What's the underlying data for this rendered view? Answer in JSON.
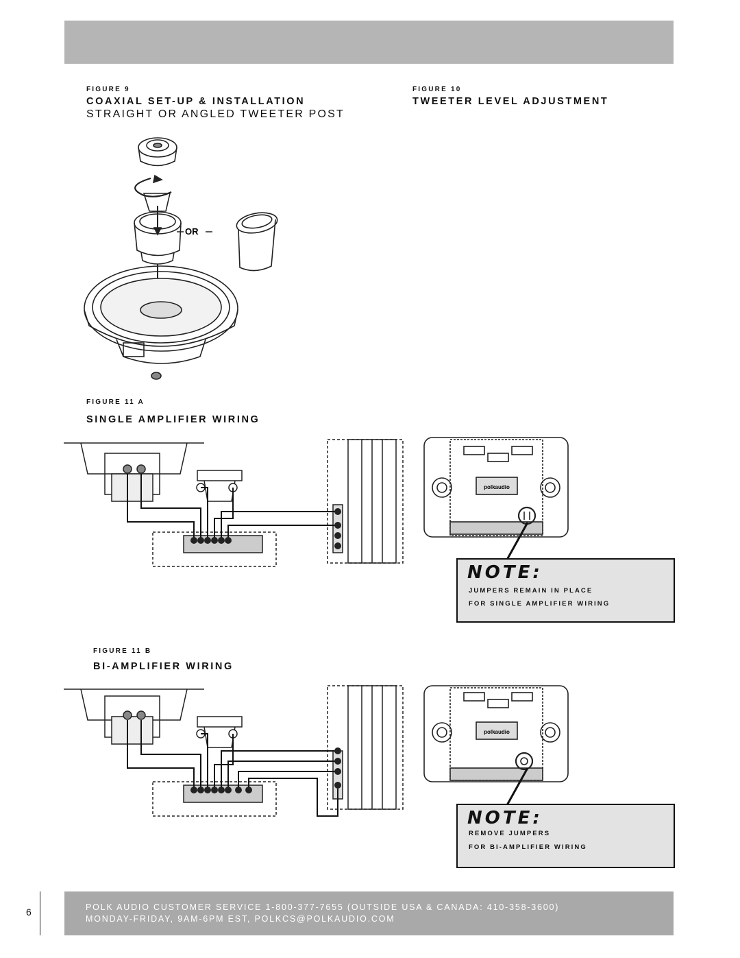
{
  "fig9": {
    "label": "FIGURE 9",
    "title": "COAXIAL SET-UP & INSTALLATION",
    "subtitle": "STRAIGHT OR ANGLED TWEETER POST",
    "or_label": "OR"
  },
  "fig10": {
    "label": "FIGURE 10",
    "title": "TWEETER LEVEL ADJUSTMENT"
  },
  "fig11a": {
    "label": "FIGURE 11 A",
    "title": "SINGLE AMPLIFIER WIRING",
    "note_head": "NOTE:",
    "note_line1": "JUMPERS REMAIN IN PLACE",
    "note_line2": "FOR SINGLE AMPLIFIER WIRING"
  },
  "fig11b": {
    "label": "FIGURE 11 B",
    "title": "BI-AMPLIFIER WIRING",
    "note_head": "NOTE:",
    "note_line1": "REMOVE JUMPERS",
    "note_line2": "FOR BI-AMPLIFIER WIRING"
  },
  "crossover": {
    "brand": "polkaudio"
  },
  "footer": {
    "line1": "POLK AUDIO CUSTOMER SERVICE 1-800-377-7655 (OUTSIDE USA & CANADA: 410-358-3600)",
    "line2": "MONDAY-FRIDAY, 9AM-6PM EST, POLKCS@POLKAUDIO.COM"
  },
  "page_number": "6"
}
